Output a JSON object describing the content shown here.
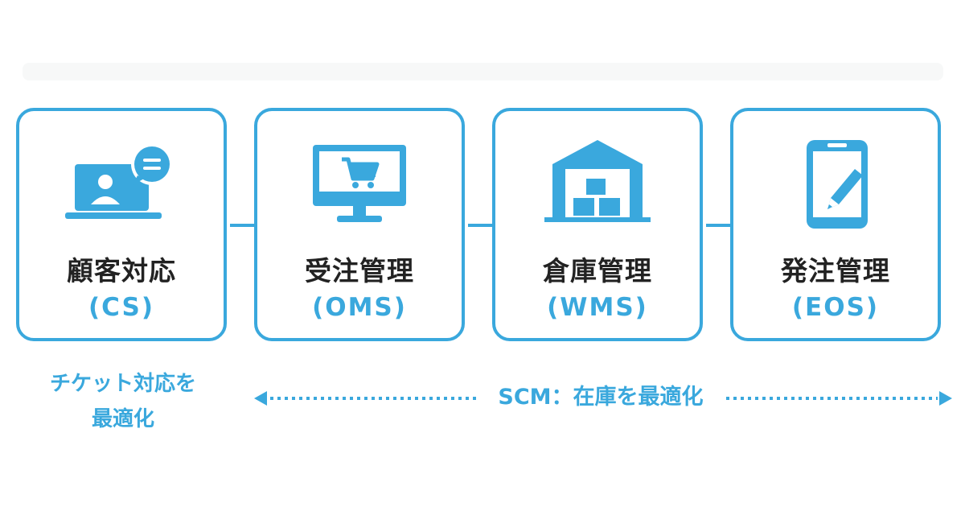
{
  "cards": [
    {
      "icon": "laptop-chat-icon",
      "title": "顧客対応",
      "abbr": "(CS)"
    },
    {
      "icon": "monitor-cart-icon",
      "title": "受注管理",
      "abbr": "(OMS)"
    },
    {
      "icon": "warehouse-icon",
      "title": "倉庫管理",
      "abbr": "(WMS)"
    },
    {
      "icon": "tablet-pen-icon",
      "title": "発注管理",
      "abbr": "(EOS)"
    }
  ],
  "notes": {
    "cs_note_line1": "チケット対応を",
    "cs_note_line2": "最適化",
    "scm_label": "SCM：在庫を最適化"
  },
  "colors": {
    "accent": "#3aa8dd",
    "text": "#222222",
    "background": "#ffffff"
  }
}
